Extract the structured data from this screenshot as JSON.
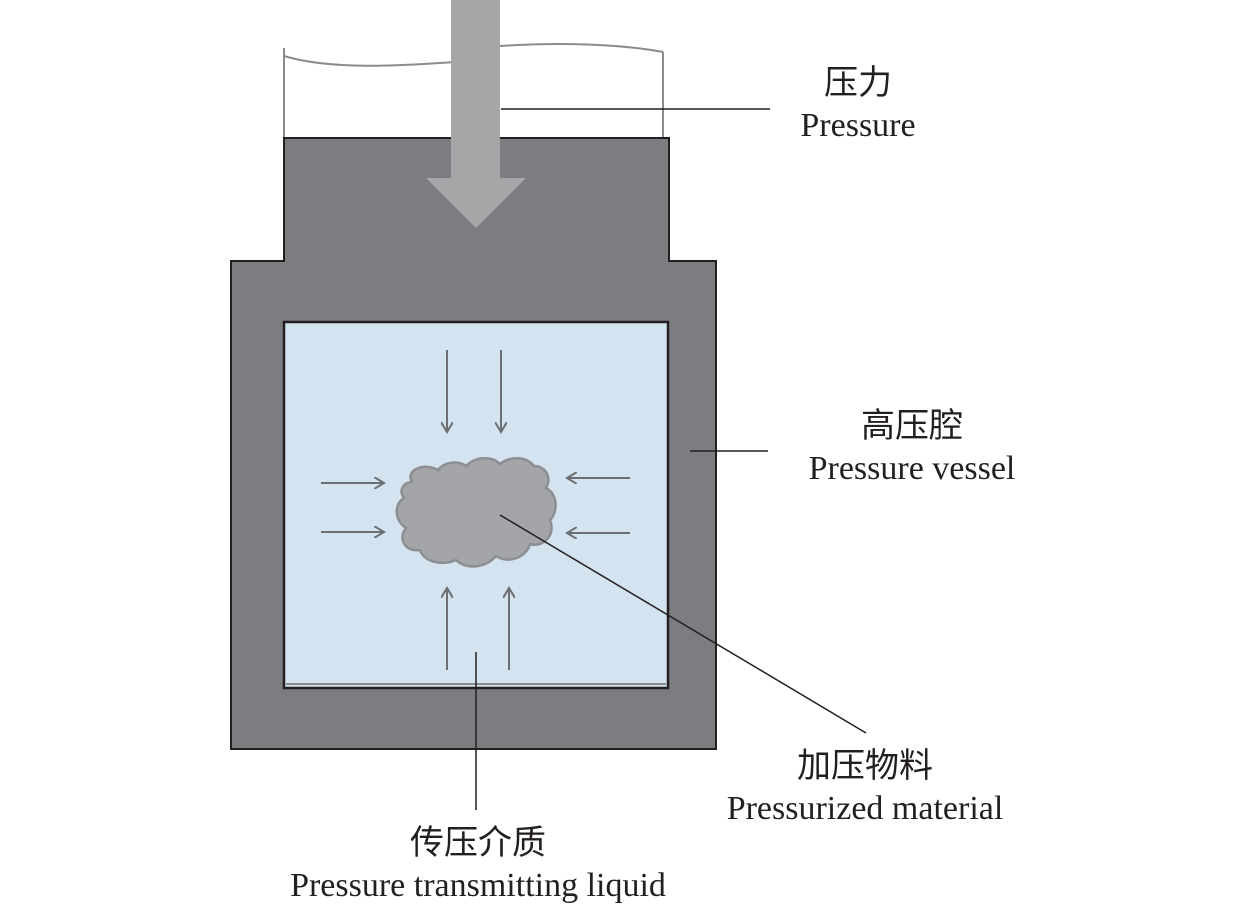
{
  "labels": {
    "pressure": {
      "zh": "压力",
      "en": "Pressure"
    },
    "pressure_vessel": {
      "zh": "高压腔",
      "en": "Pressure vessel"
    },
    "pressurized_material": {
      "zh": "加压物料",
      "en": "Pressurized material"
    },
    "transmitting_liquid": {
      "zh": "传压介质",
      "en": "Pressure transmitting liquid"
    }
  },
  "colors": {
    "vessel": "#7c7d80",
    "liquid": "#d3e3f0",
    "material": "#a4a5a8",
    "piston_arrow": "#a6a6a9",
    "force_arrows": "#6d6e71",
    "leader_lines": "#231f20",
    "text": "#231f20"
  }
}
